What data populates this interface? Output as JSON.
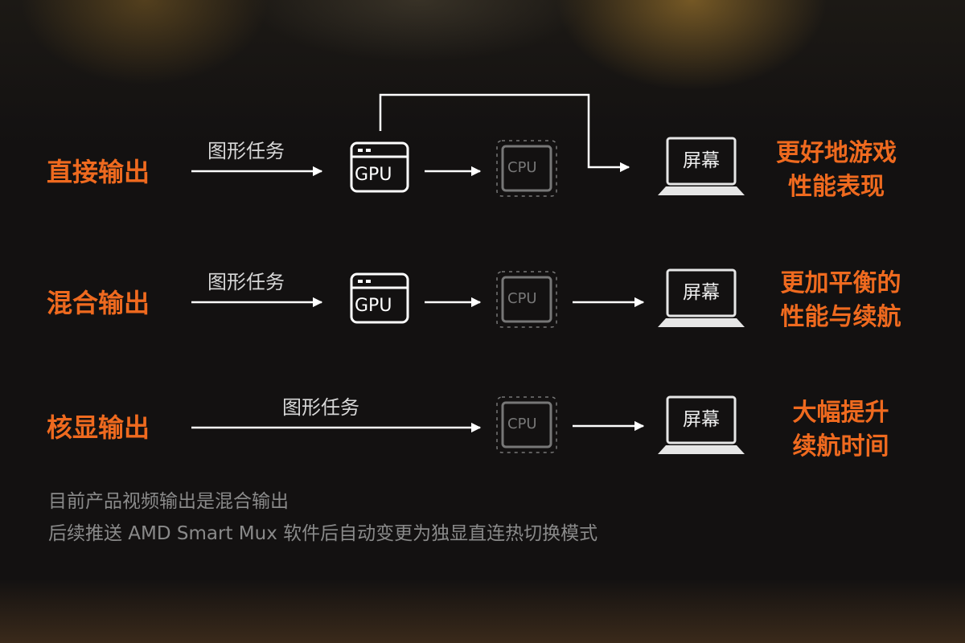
{
  "rows": [
    {
      "label": "直接输出",
      "task": "图形任务",
      "gpu": "GPU",
      "cpu": "CPU",
      "screen": "屏幕",
      "outcome_line1": "更好地游戏",
      "outcome_line2": "性能表现"
    },
    {
      "label": "混合输出",
      "task": "图形任务",
      "gpu": "GPU",
      "cpu": "CPU",
      "screen": "屏幕",
      "outcome_line1": "更加平衡的",
      "outcome_line2": "性能与续航"
    },
    {
      "label": "核显输出",
      "task": "图形任务",
      "cpu": "CPU",
      "screen": "屏幕",
      "outcome_line1": "大幅提升",
      "outcome_line2": "续航时间"
    }
  ],
  "notes": {
    "line1": "目前产品视频输出是混合输出",
    "line2": "后续推送 AMD Smart Mux 软件后自动变更为独显直连热切换模式"
  },
  "colors": {
    "accent": "#ef6a1f",
    "background": "#131111",
    "line": "#ffffff",
    "cpu_dim": "#777777",
    "note_text": "#8a8a8a"
  }
}
